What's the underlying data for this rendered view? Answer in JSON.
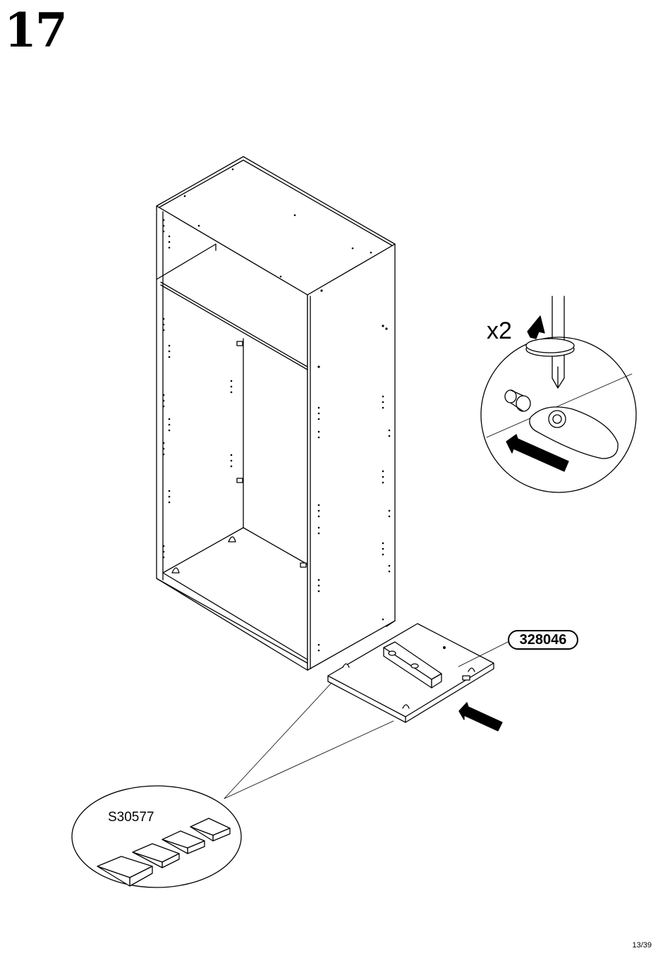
{
  "step": {
    "number": "17"
  },
  "page": {
    "number": "13/39"
  },
  "detail": {
    "multiplier": "x2"
  },
  "parts": {
    "panel_code": "328046",
    "hardware_code": "S30577"
  }
}
